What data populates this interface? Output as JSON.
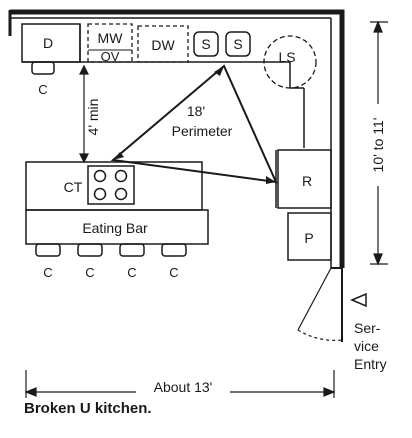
{
  "labels": {
    "dishwasher": "D",
    "chair": "C",
    "microwave": "MW",
    "oven": "OV",
    "dw": "DW",
    "sink": "S",
    "lazy_susan": "LS",
    "four_min": "4' min",
    "perimeter_ft": "18'",
    "perimeter": "Perimeter",
    "cooktop": "CT",
    "refrigerator": "R",
    "pantry": "P",
    "eating_bar": "Eating Bar",
    "dim_right": "10' to 11'",
    "dim_bottom": "About 13'",
    "service_1": "Ser-",
    "service_2": "vice",
    "service_3": "Entry",
    "caption": "Broken U kitchen."
  }
}
